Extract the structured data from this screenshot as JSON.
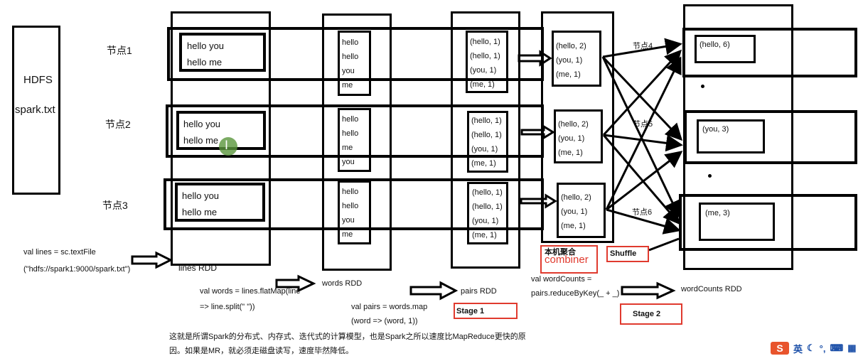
{
  "hdfs": {
    "title": "HDFS",
    "file": "spark.txt"
  },
  "nodes": [
    "节点1",
    "节点2",
    "节点3"
  ],
  "lines_rdd": [
    [
      "hello you",
      "hello me"
    ],
    [
      "hello you",
      "hello me"
    ],
    [
      "hello you",
      "hello me"
    ]
  ],
  "words_rdd": [
    [
      "hello",
      "hello",
      "you",
      "me"
    ],
    [
      "hello",
      "hello",
      "me",
      "you"
    ],
    [
      "hello",
      "hello",
      "you",
      "me"
    ]
  ],
  "pairs_rdd": [
    [
      "(hello, 1)",
      "(hello, 1)",
      "(you, 1)",
      "(me, 1)"
    ],
    [
      "(hello, 1)",
      "(hello, 1)",
      "(you, 1)",
      "(me, 1)"
    ],
    [
      "(hello, 1)",
      "(hello, 1)",
      "(you, 1)",
      "(me, 1)"
    ]
  ],
  "combined": [
    [
      "(hello, 2)",
      "(you, 1)",
      "(me, 1)"
    ],
    [
      "(hello, 2)",
      "(you, 1)",
      "(me, 1)"
    ],
    [
      "(hello, 2)",
      "(you, 1)",
      "(me, 1)"
    ]
  ],
  "shuffle_nodes": [
    "节点4",
    "节点5",
    "节点6"
  ],
  "results": [
    "(hello, 6)",
    "(you, 3)",
    "(me, 3)"
  ],
  "code": {
    "lines_1": "val lines = sc.textFile",
    "lines_2": "(\"hdfs://spark1:9000/spark.txt\")",
    "words_1": "val words = lines.flatMap(line",
    "words_2": "=> line.split(\" \"))",
    "pairs_1": "val pairs = words.map",
    "pairs_2": "(word => (word, 1))",
    "counts_1": "val wordCounts =",
    "counts_2": "pairs.reduceByKey(_ + _)"
  },
  "labels": {
    "lines_rdd": "lines RDD",
    "words_rdd": "words RDD",
    "pairs_rdd": "pairs RDD",
    "word_counts_rdd": "wordCounts RDD",
    "local_agg": "本机聚合",
    "combiner": "combiner",
    "shuffle": "Shuffle",
    "stage1": "Stage 1",
    "stage2": "Stage 2"
  },
  "caption_1": "这就是所谓Spark的分布式、内存式、迭代式的计算模型，也是Spark之所以速度比MapReduce更快的原",
  "caption_2": "因。如果是MR，就必须走磁盘读写，速度毕然降低。",
  "taskbar": {
    "ime_logo": "S",
    "ime_lang": "英"
  },
  "colors": {
    "accent_red": "#e03a2e"
  }
}
